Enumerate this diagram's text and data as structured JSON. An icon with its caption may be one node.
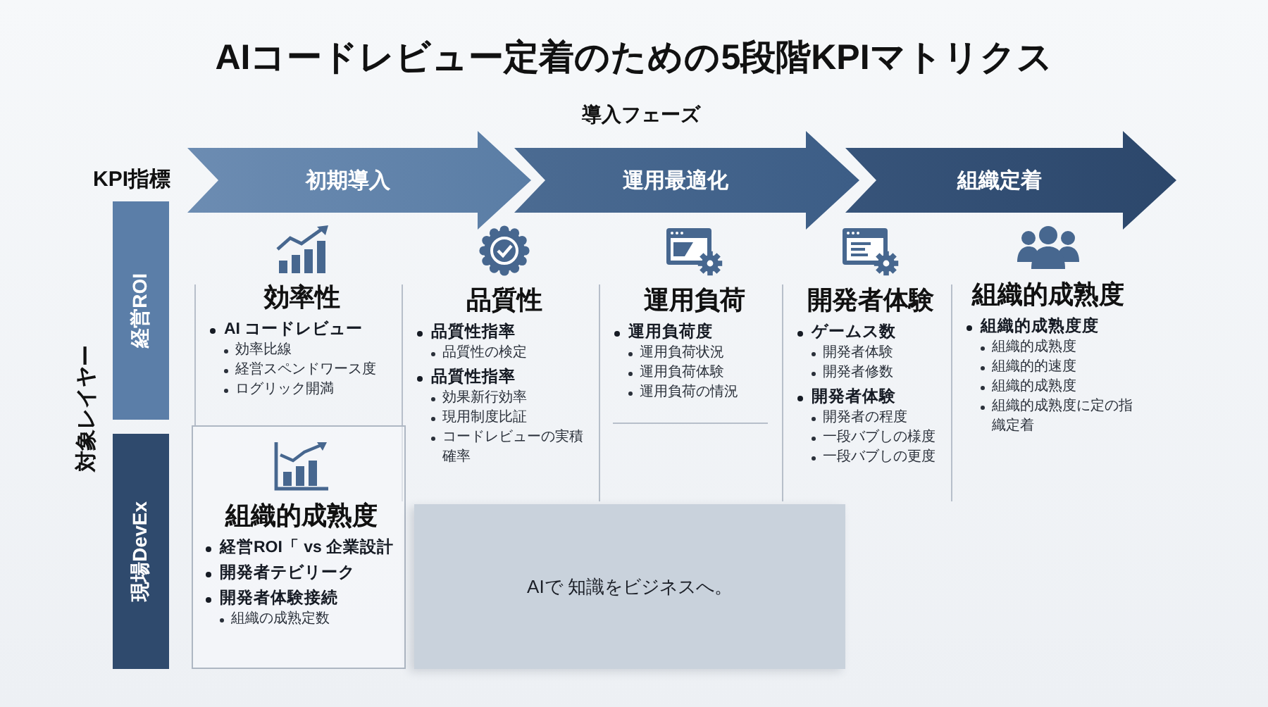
{
  "diagram": {
    "title": "AIコードレビュー定着のための5段階KPIマトリクス",
    "nodes": [
      {
        "text": [
          "初期導入"
        ]
      },
      {
        "text": [
          "運用最適化"
        ]
      },
      {
        "text": [
          "組織定着"
        ]
      },
      {
        "text": [
          "経営ROI"
        ]
      },
      {
        "text": [
          "効率性",
          "AI コードレビュー",
          "効率比線",
          "経営スペンドワース度",
          "ログリック開満"
        ]
      },
      {
        "text": [
          "品質性",
          "品質性指率",
          "品質性の検定",
          "品質性指率",
          "効果新行効率",
          "現用制度比証",
          "コードレビューの実積確率"
        ]
      },
      {
        "text": [
          "運用負荷",
          "運用負荷度",
          "運用負荷状況",
          "運用負荷体験",
          "運用負荷の情況"
        ]
      },
      {
        "text": [
          "開発者体験",
          "ゲームス数",
          "開発者体験",
          "開発者修数",
          "開発者体験",
          "開発者の程度",
          "一段バブしの様度",
          "一段バブしの更度"
        ]
      },
      {
        "text": [
          "組織的成熟度",
          "組織的成熟度度",
          "組織的成熟度",
          "組織的的速度",
          "組織的成熟度",
          "組織的成熟度に定の指織定着"
        ]
      },
      {
        "text": [
          "現場DevEx"
        ]
      },
      {
        "text": [
          "組織的成熟度",
          "経営ROI「 vs 企業設計",
          "開発者テビリーク",
          "開発者体験接続",
          "組織の成熟定数"
        ]
      },
      {
        "text": [
          "AIで 知識をビジネスへ。"
        ]
      }
    ],
    "labels": [
      "導入フェーズ",
      "KPI指標",
      "対象レイヤー"
    ]
  }
}
